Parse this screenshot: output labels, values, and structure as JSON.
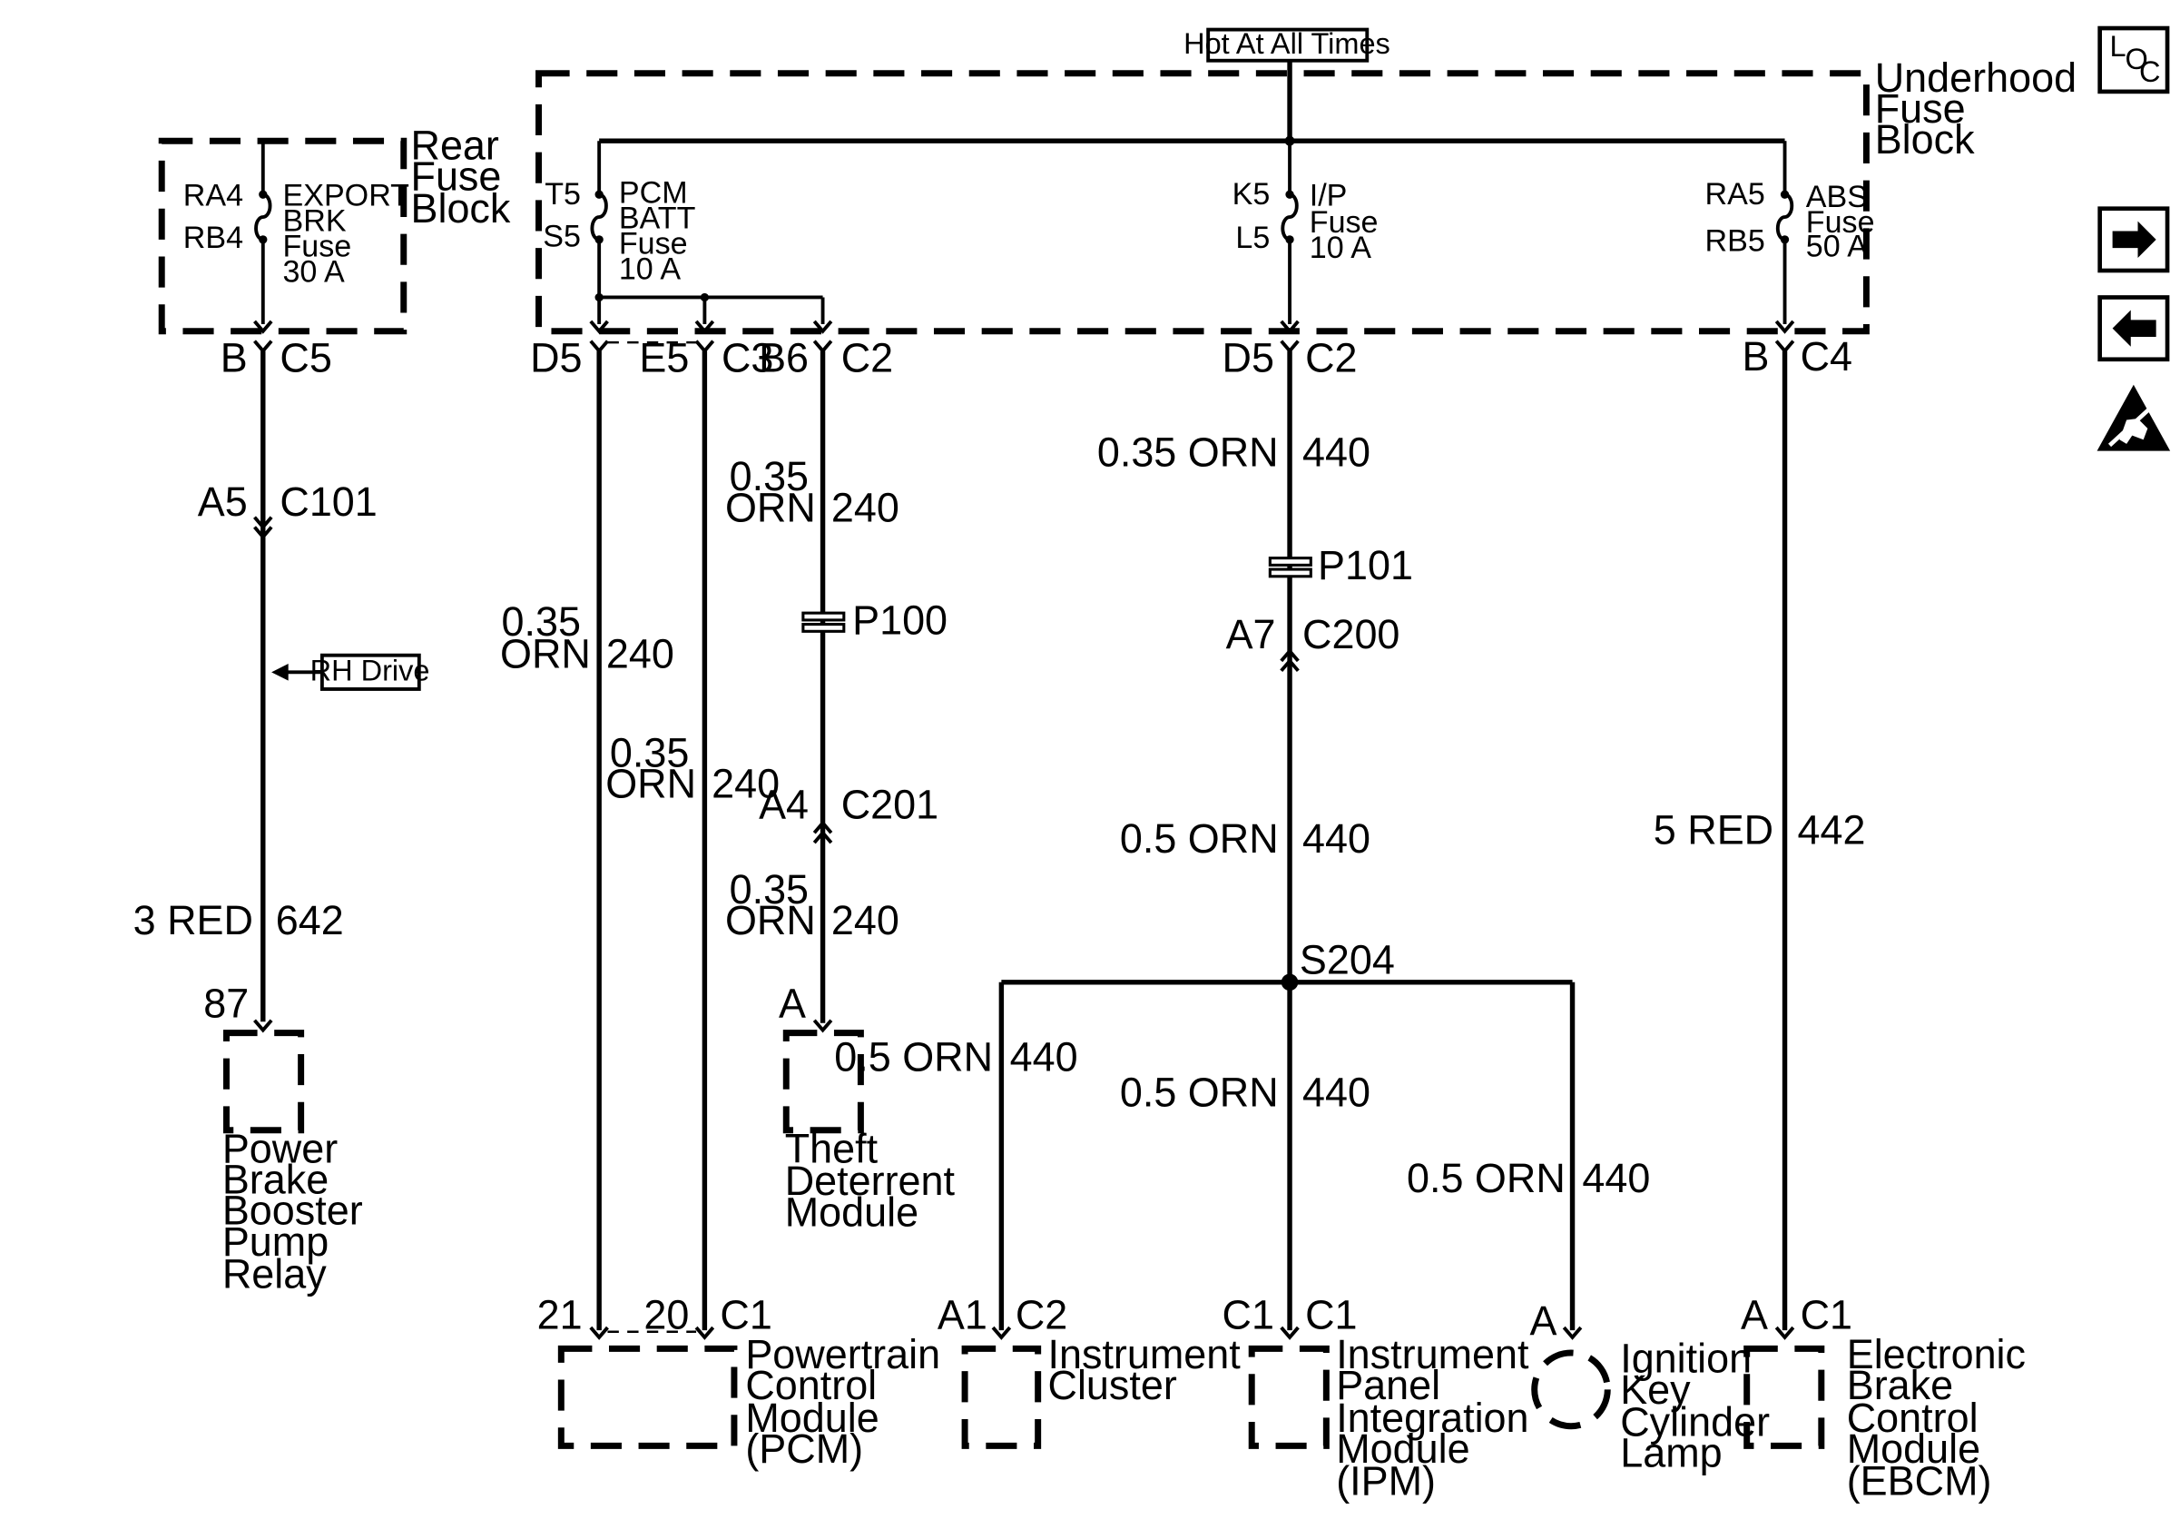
{
  "power_source": "Hot At All Times",
  "underhood_block": {
    "line1": "Underhood",
    "line2": "Fuse",
    "line3": "Block"
  },
  "rear_block": {
    "line1": "Rear",
    "line2": "Fuse",
    "line3": "Block"
  },
  "fuses": {
    "export": {
      "in_pin": "RA4",
      "out_pin": "RB4",
      "l1": "EXPORT",
      "l2": "BRK",
      "l3": "Fuse",
      "l4": "30 A"
    },
    "pcm": {
      "in_pin": "T5",
      "out_pin": "S5",
      "l1": "PCM",
      "l2": "BATT",
      "l3": "Fuse",
      "l4": "10 A"
    },
    "ip": {
      "in_pin": "K5",
      "out_pin": "L5",
      "l1": "I/P",
      "l2": "Fuse",
      "l3": "10 A"
    },
    "abs": {
      "in_pin": "RA5",
      "out_pin": "RB5",
      "l1": "ABS",
      "l2": "Fuse",
      "l3": "50 A"
    }
  },
  "connectors": {
    "c5": {
      "pin": "B",
      "name": "C5"
    },
    "c101": {
      "pin": "A5",
      "name": "C101"
    },
    "c3_d5": {
      "pin": "D5"
    },
    "c3_e5": {
      "pin": "E5",
      "name": "C3"
    },
    "c2_b6": {
      "pin": "B6",
      "name": "C2"
    },
    "c2_d5": {
      "pin": "D5",
      "name": "C2"
    },
    "c4": {
      "pin": "B",
      "name": "C4"
    },
    "c200": {
      "pin": "A7",
      "name": "C200"
    },
    "c201": {
      "pin": "A4",
      "name": "C201"
    }
  },
  "passthroughs": {
    "p100": "P100",
    "p101": "P101"
  },
  "splice": "S204",
  "rh_drive": "RH Drive",
  "wires": {
    "w642": {
      "gauge": "3 RED",
      "circuit": "642"
    },
    "w240a": {
      "gauge1": "0.35",
      "gauge2": "ORN",
      "circuit": "240"
    },
    "w240b": {
      "gauge1": "0.35",
      "gauge2": "ORN",
      "circuit": "240"
    },
    "w240c": {
      "gauge1": "0.35",
      "gauge2": "ORN",
      "circuit": "240"
    },
    "w240d": {
      "gauge1": "0.35",
      "gauge2": "ORN",
      "circuit": "240"
    },
    "w440a": {
      "gauge": "0.35 ORN",
      "circuit": "440"
    },
    "w440b": {
      "gauge": "0.5 ORN",
      "circuit": "440"
    },
    "w440c": {
      "gauge": "0.5 ORN",
      "circuit": "440"
    },
    "w440d": {
      "gauge": "0.5 ORN",
      "circuit": "440"
    },
    "w440e": {
      "gauge": "0.5 ORN",
      "circuit": "440"
    },
    "w442": {
      "gauge": "5 RED",
      "circuit": "442"
    }
  },
  "components": {
    "relay": {
      "pin": "87",
      "l1": "Power",
      "l2": "Brake",
      "l3": "Booster",
      "l4": "Pump",
      "l5": "Relay"
    },
    "theft": {
      "pin": "A",
      "l1": "Theft",
      "l2": "Deterrent",
      "l3": "Module"
    },
    "pcm": {
      "pin1": "21",
      "pin2": "20",
      "conn": "C1",
      "l1": "Powertrain",
      "l2": "Control",
      "l3": "Module",
      "l4": "(PCM)"
    },
    "cluster": {
      "pin": "A1",
      "conn": "C2",
      "l1": "Instrument",
      "l2": "Cluster"
    },
    "ipm": {
      "pin": "C1",
      "conn": "C1",
      "l1": "Instrument",
      "l2": "Panel",
      "l3": "Integration",
      "l4": "Module",
      "l5": "(IPM)"
    },
    "lamp": {
      "pin": "A",
      "l1": "Ignition",
      "l2": "Key",
      "l3": "Cylinder",
      "l4": "Lamp"
    },
    "ebcm": {
      "pin": "A",
      "conn": "C1",
      "l1": "Electronic",
      "l2": "Brake",
      "l3": "Control",
      "l4": "Module",
      "l5": "(EBCM)"
    }
  },
  "sidebar": {
    "loc": {
      "l1": "L",
      "l2": "O",
      "l3": "C"
    },
    "next_icon": "right-arrow-icon",
    "prev_icon": "left-arrow-icon",
    "esd_icon": "esd-warning-icon"
  }
}
